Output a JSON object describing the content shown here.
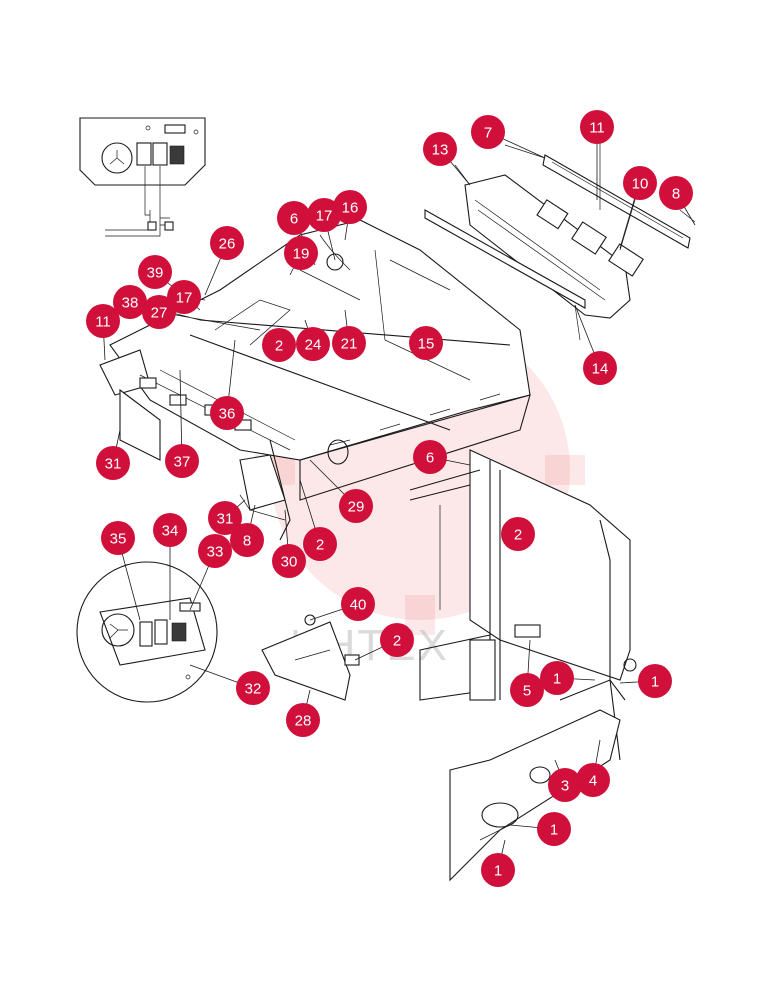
{
  "watermark": {
    "text": "ИНТЕХ"
  },
  "colors": {
    "callout_fill": "#d0103a",
    "callout_text": "#ffffff",
    "watermark": "#e74a4a"
  },
  "callouts": [
    {
      "label": "7"
    },
    {
      "label": "11"
    },
    {
      "label": "13"
    },
    {
      "label": "10"
    },
    {
      "label": "8"
    },
    {
      "label": "6"
    },
    {
      "label": "17"
    },
    {
      "label": "16"
    },
    {
      "label": "26"
    },
    {
      "label": "19"
    },
    {
      "label": "39"
    },
    {
      "label": "38"
    },
    {
      "label": "17"
    },
    {
      "label": "27"
    },
    {
      "label": "11"
    },
    {
      "label": "2"
    },
    {
      "label": "24"
    },
    {
      "label": "21"
    },
    {
      "label": "15"
    },
    {
      "label": "14"
    },
    {
      "label": "36"
    },
    {
      "label": "31"
    },
    {
      "label": "37"
    },
    {
      "label": "6"
    },
    {
      "label": "29"
    },
    {
      "label": "2"
    },
    {
      "label": "31"
    },
    {
      "label": "8"
    },
    {
      "label": "2"
    },
    {
      "label": "35"
    },
    {
      "label": "34"
    },
    {
      "label": "33"
    },
    {
      "label": "30"
    },
    {
      "label": "40"
    },
    {
      "label": "2"
    },
    {
      "label": "1"
    },
    {
      "label": "5"
    },
    {
      "label": "1"
    },
    {
      "label": "32"
    },
    {
      "label": "28"
    },
    {
      "label": "3"
    },
    {
      "label": "4"
    },
    {
      "label": "1"
    },
    {
      "label": "1"
    }
  ]
}
